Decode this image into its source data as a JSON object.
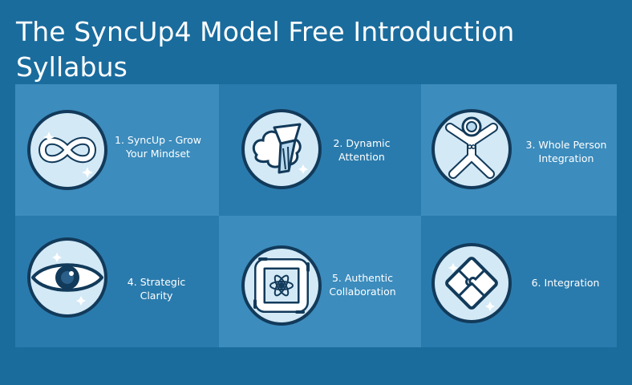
{
  "page": {
    "title": "The SyncUp4 Model Free Introduction Syllabus"
  },
  "colors": {
    "background": "#1a6c9d",
    "tile_light": "#3c8cbd",
    "tile_dark": "#2a7bad",
    "icon_fill": "#d3e9f6",
    "icon_outline": "#123a5a"
  },
  "modules": [
    {
      "label": "1. SyncUp - Grow Your Mindset",
      "icon": "infinity-icon"
    },
    {
      "label": "2. Dynamic Attention",
      "icon": "brain-spotlight-icon"
    },
    {
      "label": "3. Whole Person Integration",
      "icon": "astronaut-person-icon"
    },
    {
      "label": "4. Strategic Clarity",
      "icon": "eye-icon"
    },
    {
      "label": "5. Authentic Collaboration",
      "icon": "joined-hands-icon"
    },
    {
      "label": "6. Integration",
      "icon": "puzzle-icon"
    }
  ]
}
